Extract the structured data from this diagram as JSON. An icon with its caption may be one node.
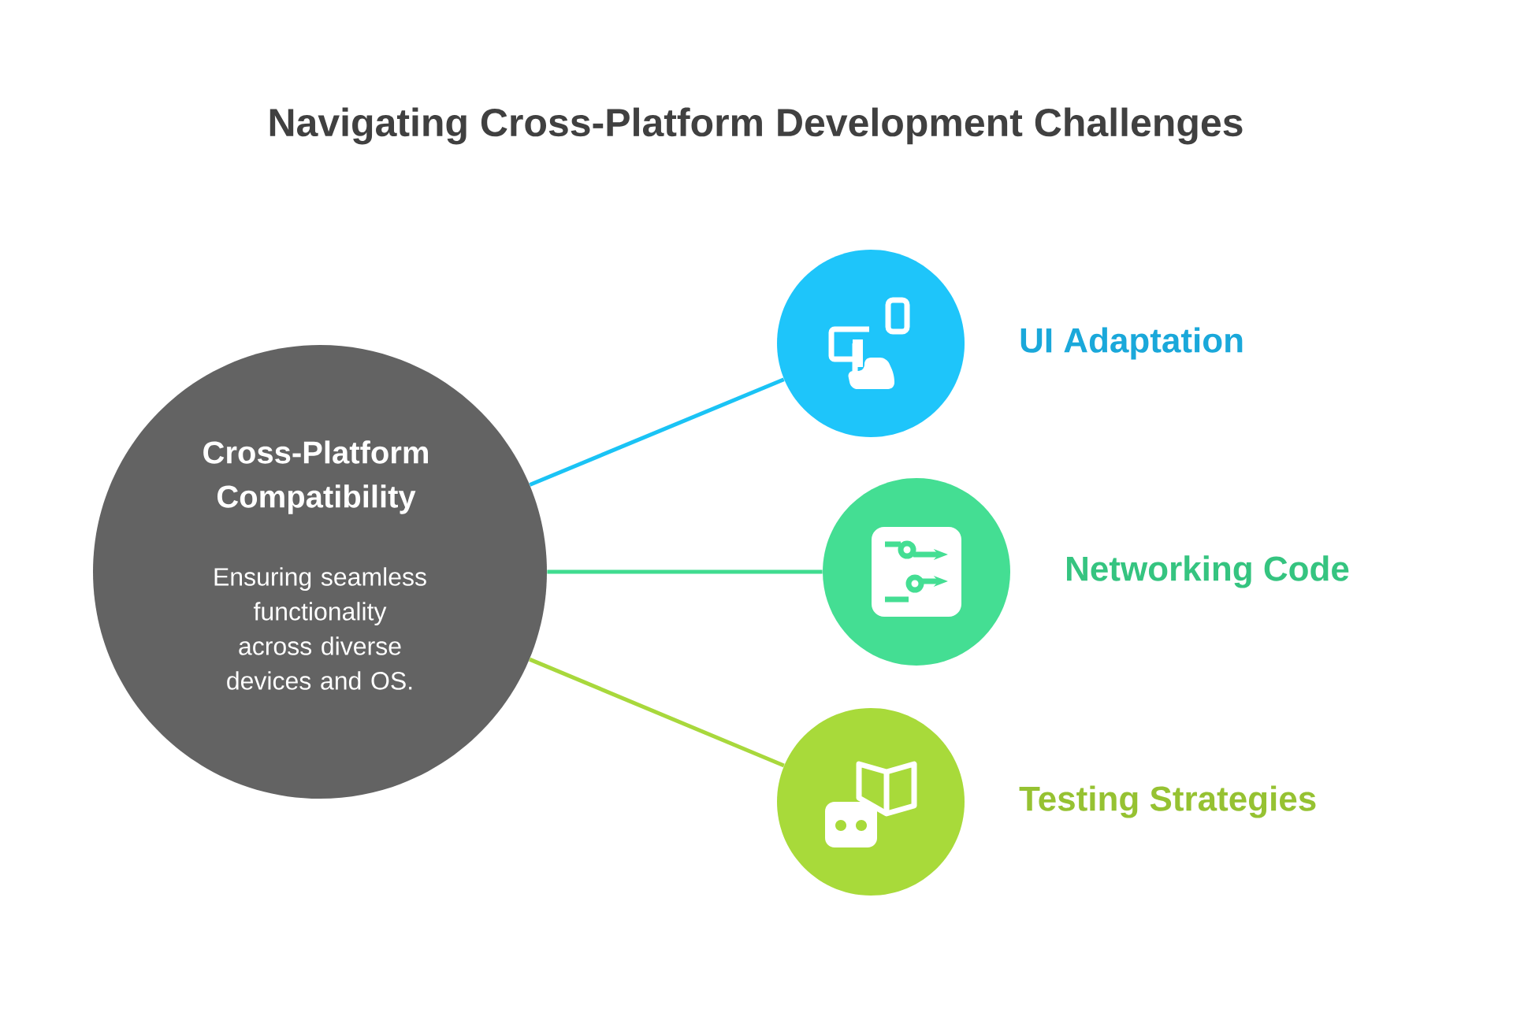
{
  "diagram": {
    "title": "Navigating Cross-Platform Development Challenges",
    "nodes": [
      {
        "text": [
          "Cross-Platform Compatibility",
          "Ensuring seamless functionality across diverse devices and OS."
        ]
      },
      {
        "text": [],
        "shape": "circle",
        "beside": [
          "UI Adaptation"
        ]
      },
      {
        "text": [],
        "shape": "circle",
        "beside": [
          "Networking Code"
        ]
      },
      {
        "text": [],
        "shape": "circle",
        "beside": [
          "Testing Strategies"
        ]
      }
    ],
    "edges": [
      {
        "from": 0,
        "to": 1,
        "arrow": "none",
        "color": "#1ac3f5"
      },
      {
        "from": 0,
        "to": 2,
        "arrow": "none",
        "color": "#40dc90"
      },
      {
        "from": 0,
        "to": 3,
        "arrow": "none",
        "color": "#a8d83c"
      }
    ]
  }
}
